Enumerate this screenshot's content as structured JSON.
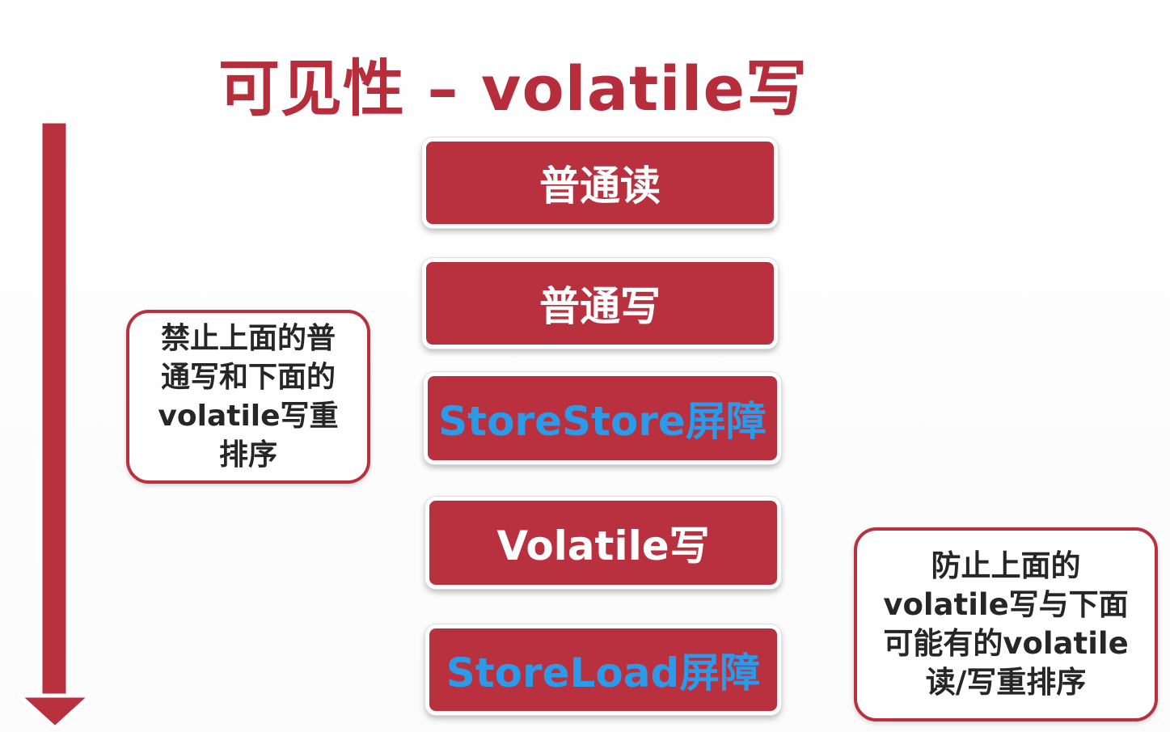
{
  "title": "可见性 – volatile写",
  "steps": [
    {
      "label": "普通读",
      "kind": "normal"
    },
    {
      "label": "普通写",
      "kind": "normal"
    },
    {
      "label": "StoreStore屏障",
      "kind": "barrier"
    },
    {
      "label": "Volatile写",
      "kind": "normal"
    },
    {
      "label": "StoreLoad屏障",
      "kind": "barrier"
    }
  ],
  "notes": {
    "left": "禁止上面的普通写和下面的volatile写重排序",
    "right": "防止上面的volatile写与下面可能有的volatile读/写重排序"
  },
  "colors": {
    "accent": "#b9303e",
    "barrier_text": "#2b9ae8",
    "step_text": "#ffffff",
    "note_text": "#262626"
  }
}
